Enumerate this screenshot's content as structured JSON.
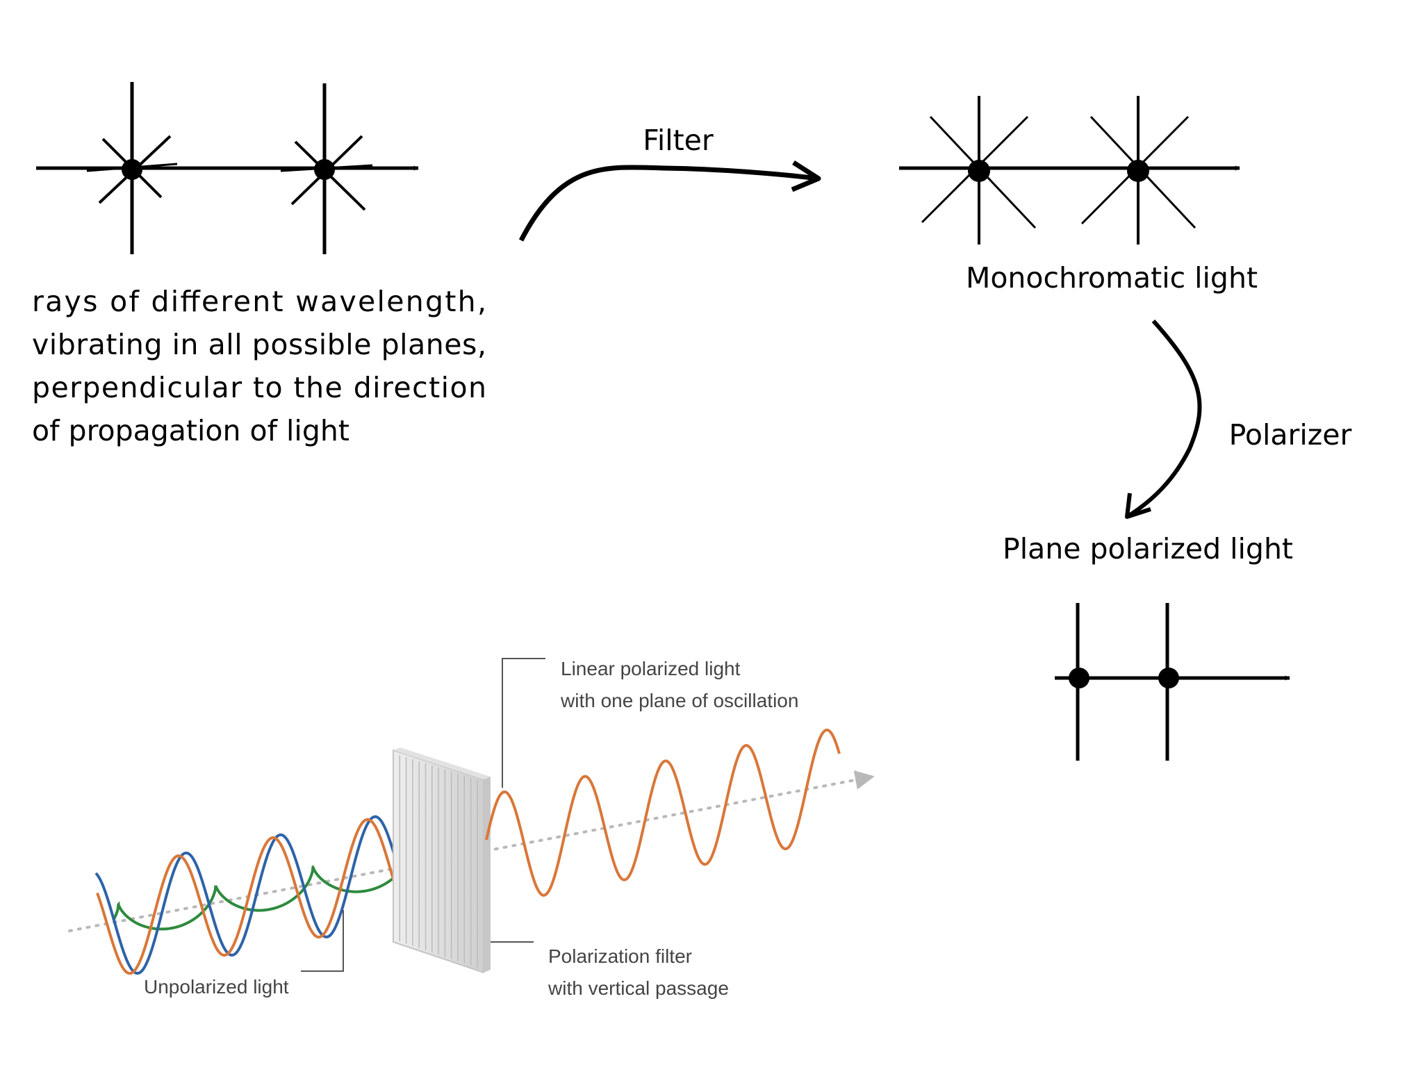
{
  "labels": {
    "filter": "Filter",
    "polarizer": "Polarizer",
    "monochromatic": "Monochromatic light",
    "plane_polarized": "Plane polarized light",
    "description": [
      "rays  of  different  wavelength,",
      "vibrating in all possible planes,",
      "perpendicular  to  the  direction",
      "of propagation of light"
    ]
  },
  "photo": {
    "linear_label": [
      "Linear polarized light",
      "with one plane of oscillation"
    ],
    "filter_label": [
      "Polarization filter",
      "with vertical passage"
    ],
    "unpolarized_label": "Unpolarized light"
  },
  "colors": {
    "ink": "#000000",
    "wave_orange": "#d9773a",
    "wave_blue": "#2e63a8",
    "wave_green": "#2e8a3e",
    "filter_plate": "#d8d8d8",
    "caption_text": "#444444",
    "leader_line": "#555555"
  }
}
